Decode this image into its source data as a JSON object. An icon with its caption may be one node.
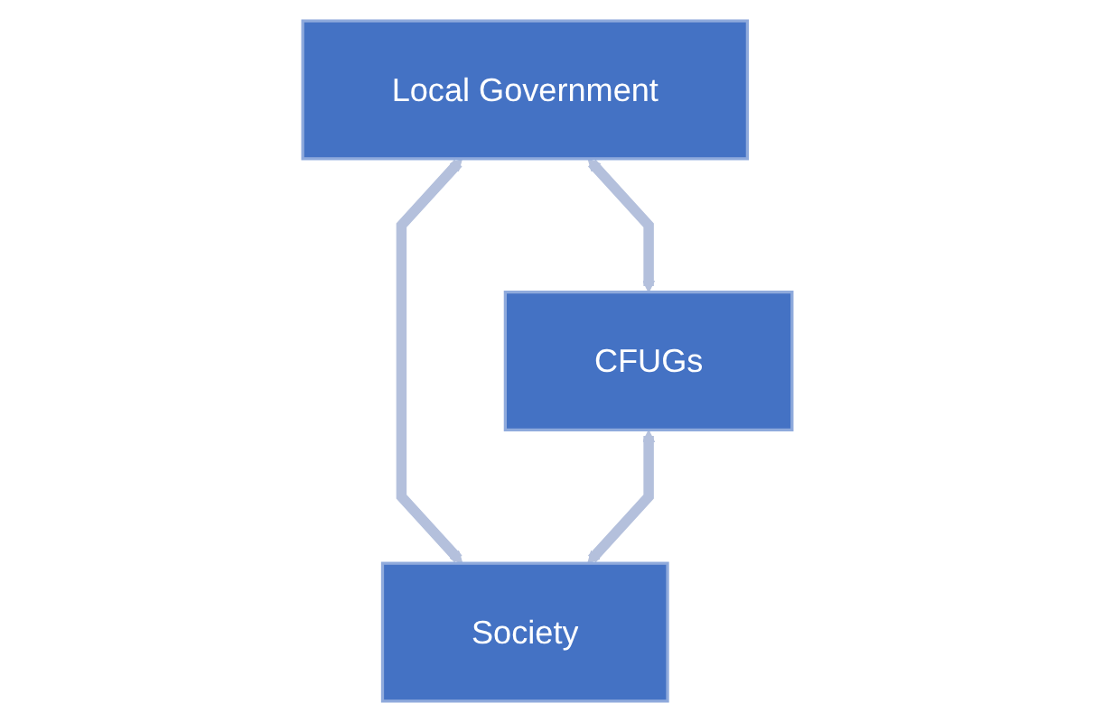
{
  "diagram": {
    "nodes": [
      {
        "text": [
          "Local Government"
        ]
      },
      {
        "text": [
          "CFUGs"
        ]
      },
      {
        "text": [
          "Society"
        ]
      }
    ],
    "edges": [
      {
        "from": 0,
        "to": 1,
        "arrow": "both"
      },
      {
        "from": 0,
        "to": 2,
        "arrow": "both"
      },
      {
        "from": 1,
        "to": 2,
        "arrow": "both"
      }
    ]
  }
}
